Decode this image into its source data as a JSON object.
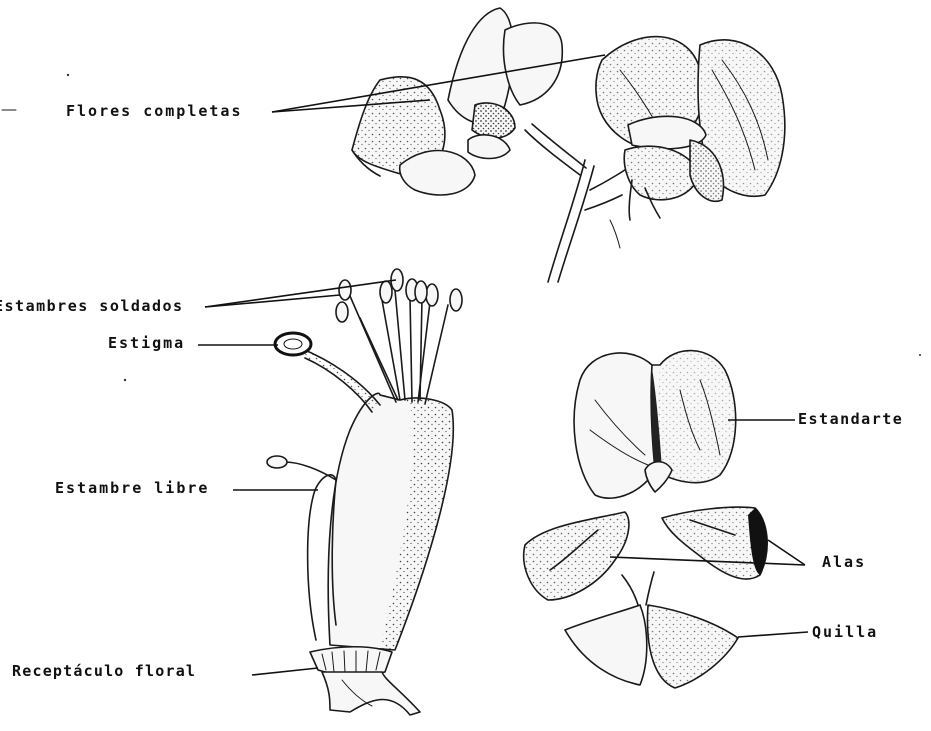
{
  "labels": {
    "flores_completas": "Flores completas",
    "estambres_soldados": "Estambres soldados",
    "estigma": "Estigma",
    "estambre_libre": "Estambre libre",
    "receptaculo_floral": "Receptáculo floral",
    "estandarte": "Estandarte",
    "alas": "Alas",
    "quilla": "Quilla"
  }
}
